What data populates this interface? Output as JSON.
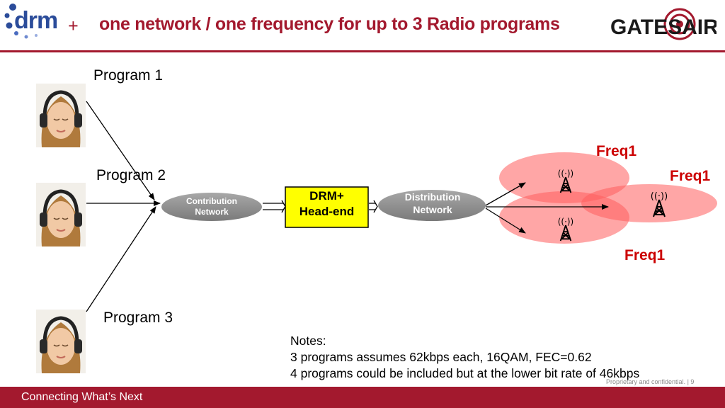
{
  "header": {
    "drm_logo_text": "drm",
    "plus": "+",
    "title": "one network / one frequency for up to 3 Radio programs",
    "partner_logo_text": "GATESAIR"
  },
  "programs": [
    {
      "label": "Program  1"
    },
    {
      "label": "Program  2"
    },
    {
      "label": "Program  3"
    }
  ],
  "contribution_network": {
    "line1": "Contribution",
    "line2": "Network"
  },
  "headend": {
    "line1": "DRM+",
    "line2": "Head-end"
  },
  "distribution_network": {
    "line1": "Distribution",
    "line2": "Network"
  },
  "frequencies": [
    "Freq1",
    "Freq1",
    "Freq1"
  ],
  "notes": {
    "heading": "Notes:",
    "lines": [
      "3 programs assumes 62kbps each, 16QAM, FEC=0.62",
      "4 programs could be included but at the lower bit rate of 46kbps"
    ]
  },
  "footer": {
    "tagline": "Connecting What’s Next",
    "confidential": "Proprietary and confidential.  |  9"
  },
  "colors": {
    "brand_red": "#a3192e",
    "node_gray": "#8c8c8c",
    "headend_yellow": "#ffff00",
    "coverage_red": "#ff5c5c",
    "freq_text": "#cc0000",
    "drm_blue": "#2b4c9a"
  }
}
